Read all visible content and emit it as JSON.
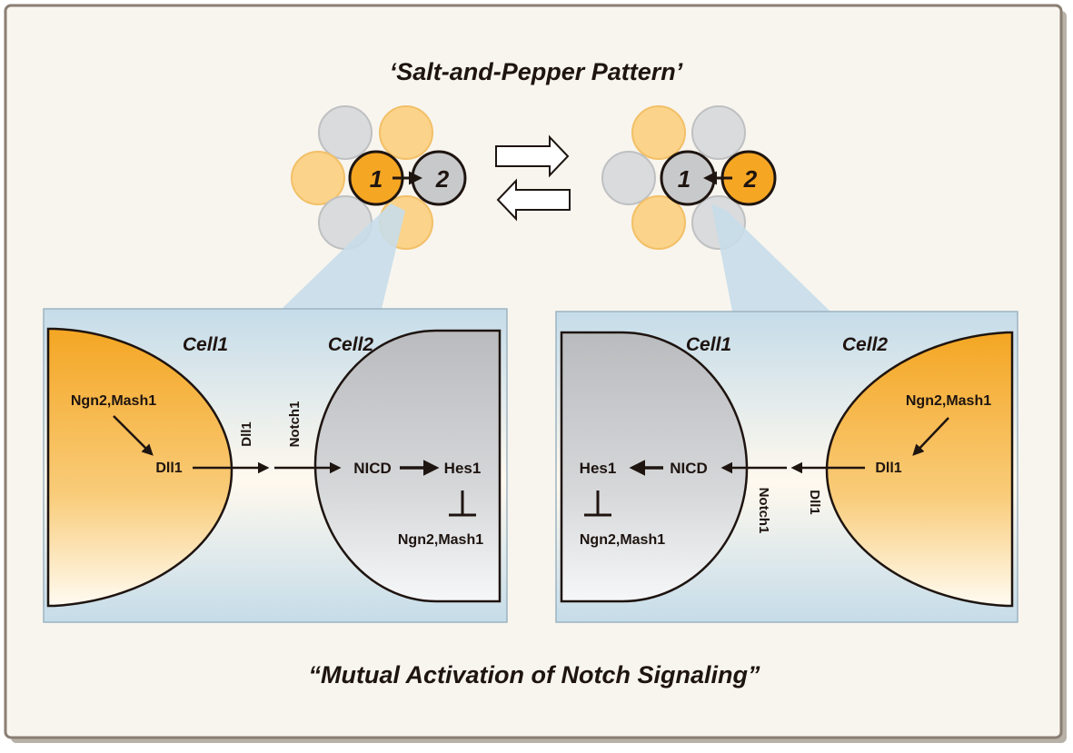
{
  "title": "‘Salt-and-Pepper Pattern’",
  "footer": "“Mutual Activation of Notch Signaling”",
  "cluster_left": {
    "cell1": "1",
    "cell2": "2"
  },
  "cluster_right": {
    "cell1": "1",
    "cell2": "2"
  },
  "panel_left": {
    "cell1_label": "Cell1",
    "cell2_label": "Cell2",
    "ngn2_mash1_top": "Ngn2,Mash1",
    "dll1_inner": "Dll1",
    "dll1_ligand": "Dll1",
    "notch1_receptor": "Notch1",
    "nicd": "NICD",
    "hes1": "Hes1",
    "ngn2_mash1_bottom": "Ngn2,Mash1"
  },
  "panel_right": {
    "cell1_label": "Cell1",
    "cell2_label": "Cell2",
    "ngn2_mash1_top": "Ngn2,Mash1",
    "dll1_inner": "Dll1",
    "dll1_ligand": "Dll1",
    "notch1_receptor": "Notch1",
    "nicd": "NICD",
    "hes1": "Hes1",
    "ngn2_mash1_bottom": "Ngn2,Mash1"
  },
  "colors": {
    "orange": "#F5A623",
    "orange_light": "#FBD38A",
    "gray_cell": "#C8C9CB",
    "gray_light": "#DADBDD",
    "panel_blue": "#C7DDE9",
    "frame_bg": "#F7F4EE",
    "ink": "#1E1410"
  }
}
